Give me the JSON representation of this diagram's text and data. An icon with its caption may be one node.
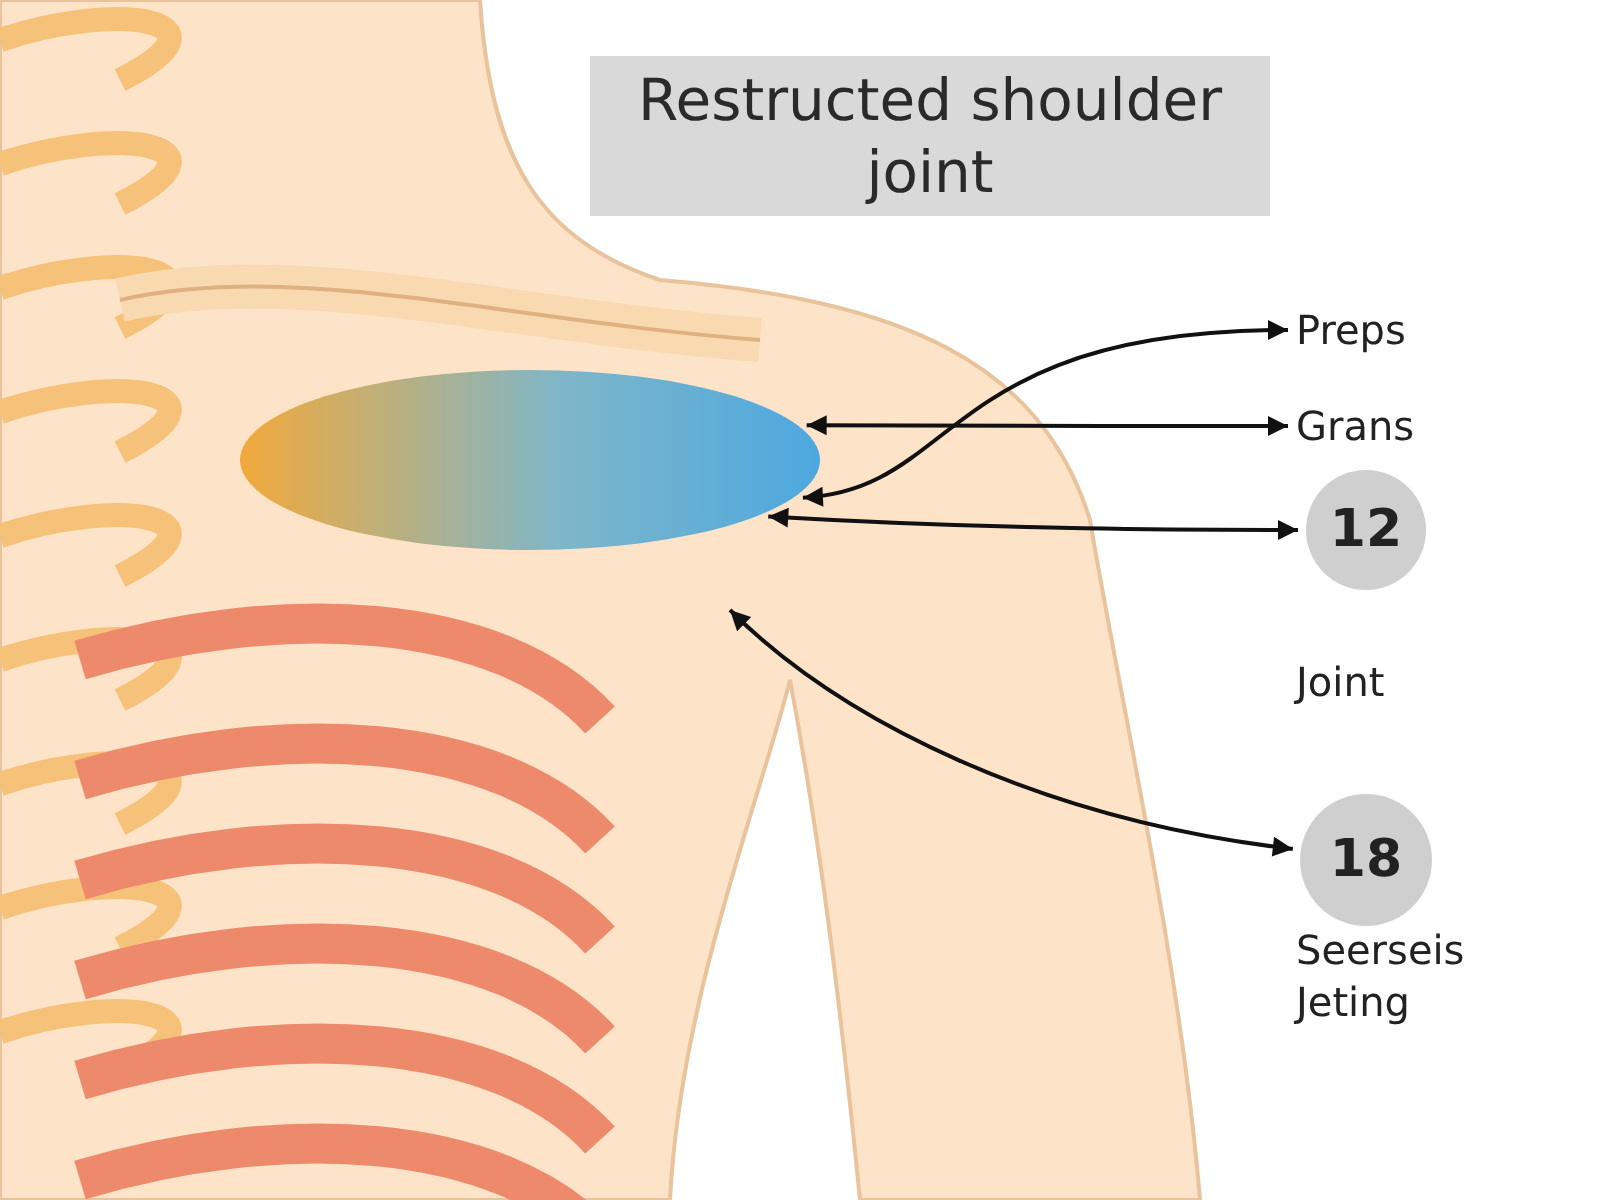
{
  "diagram": {
    "title": "Restructed shoulder joint",
    "nodes": [
      {
        "text": [],
        "shape": "circle"
      },
      {
        "text": [
          "Preps"
        ]
      },
      {
        "text": [
          "Grans"
        ]
      },
      {
        "text": [
          "12"
        ],
        "beside": [
          "Joint"
        ]
      },
      {
        "text": [
          "18"
        ],
        "beside": [
          "Seerseis Jeting"
        ]
      }
    ],
    "edges": [
      {
        "from": 0,
        "to": 1,
        "arrow": "both"
      },
      {
        "from": 0,
        "to": 2,
        "arrow": "both"
      },
      {
        "from": 0,
        "to": 3,
        "arrow": "both"
      },
      {
        "from": null,
        "to": 4,
        "arrow": "both"
      }
    ]
  }
}
